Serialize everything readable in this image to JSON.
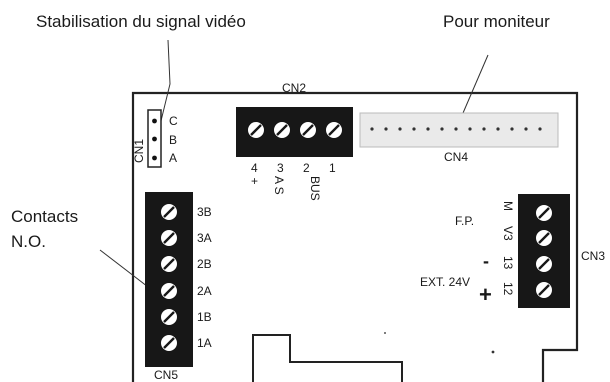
{
  "callouts": {
    "video": "Stabilisation du signal vidéo",
    "monitor": "Pour moniteur",
    "contacts_line1": "Contacts",
    "contacts_line2": "N.O."
  },
  "cn1": {
    "name": "CN1",
    "pins": [
      "C",
      "B",
      "A"
    ]
  },
  "cn2": {
    "name": "CN2",
    "pins": [
      "4",
      "3",
      "2",
      "1"
    ],
    "sub_plus": "+",
    "as": "A S",
    "bus": "BUS"
  },
  "cn4": {
    "name": "CN4"
  },
  "cn3": {
    "name": "CN3",
    "pins": [
      "M",
      "V3",
      "13",
      "12"
    ],
    "fp": "F.P.",
    "ext": "EXT. 24V",
    "minus": "-",
    "plus": "+"
  },
  "cn5": {
    "name": "CN5",
    "pins": [
      "3B",
      "3A",
      "2B",
      "2A",
      "1B",
      "1A"
    ]
  }
}
